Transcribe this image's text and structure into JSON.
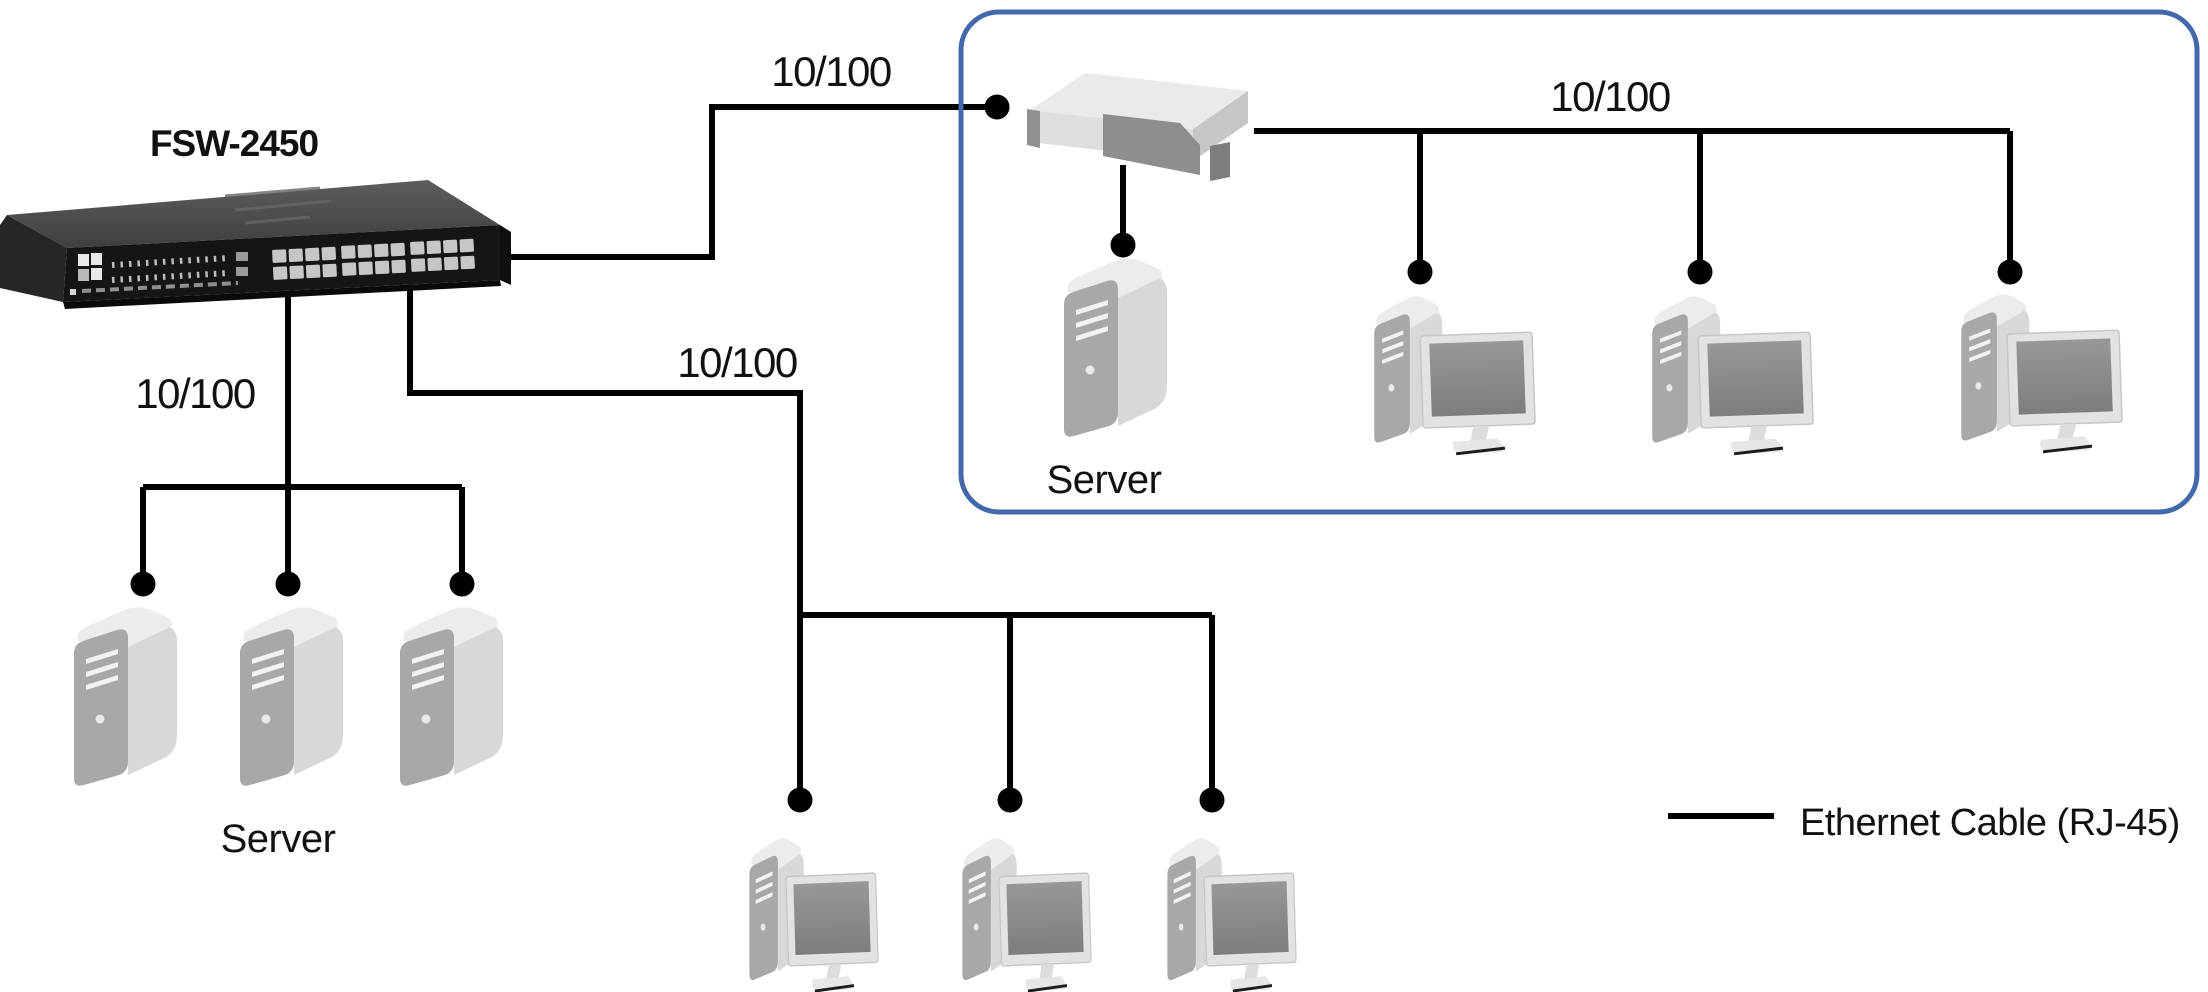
{
  "switch": {
    "label": "FSW-2450"
  },
  "links": {
    "uplink_label": "10/100",
    "server_trunk_label": "10/100",
    "pc_trunk_label": "10/100",
    "workgroup_bus_label": "10/100"
  },
  "groups": {
    "server_cluster_label": "Server",
    "workgroup_server_label": "Server"
  },
  "legend": {
    "cable_label": "Ethernet Cable (RJ-45)"
  },
  "colors": {
    "cable": "#000000",
    "workgroup_border": "#4468ac",
    "switch_front": "#151515",
    "switch_top": "#4a4a4a",
    "device_front": "#a8a8a8",
    "device_side": "#d8d8d8",
    "monitor_screen": "#8a8a8a"
  }
}
